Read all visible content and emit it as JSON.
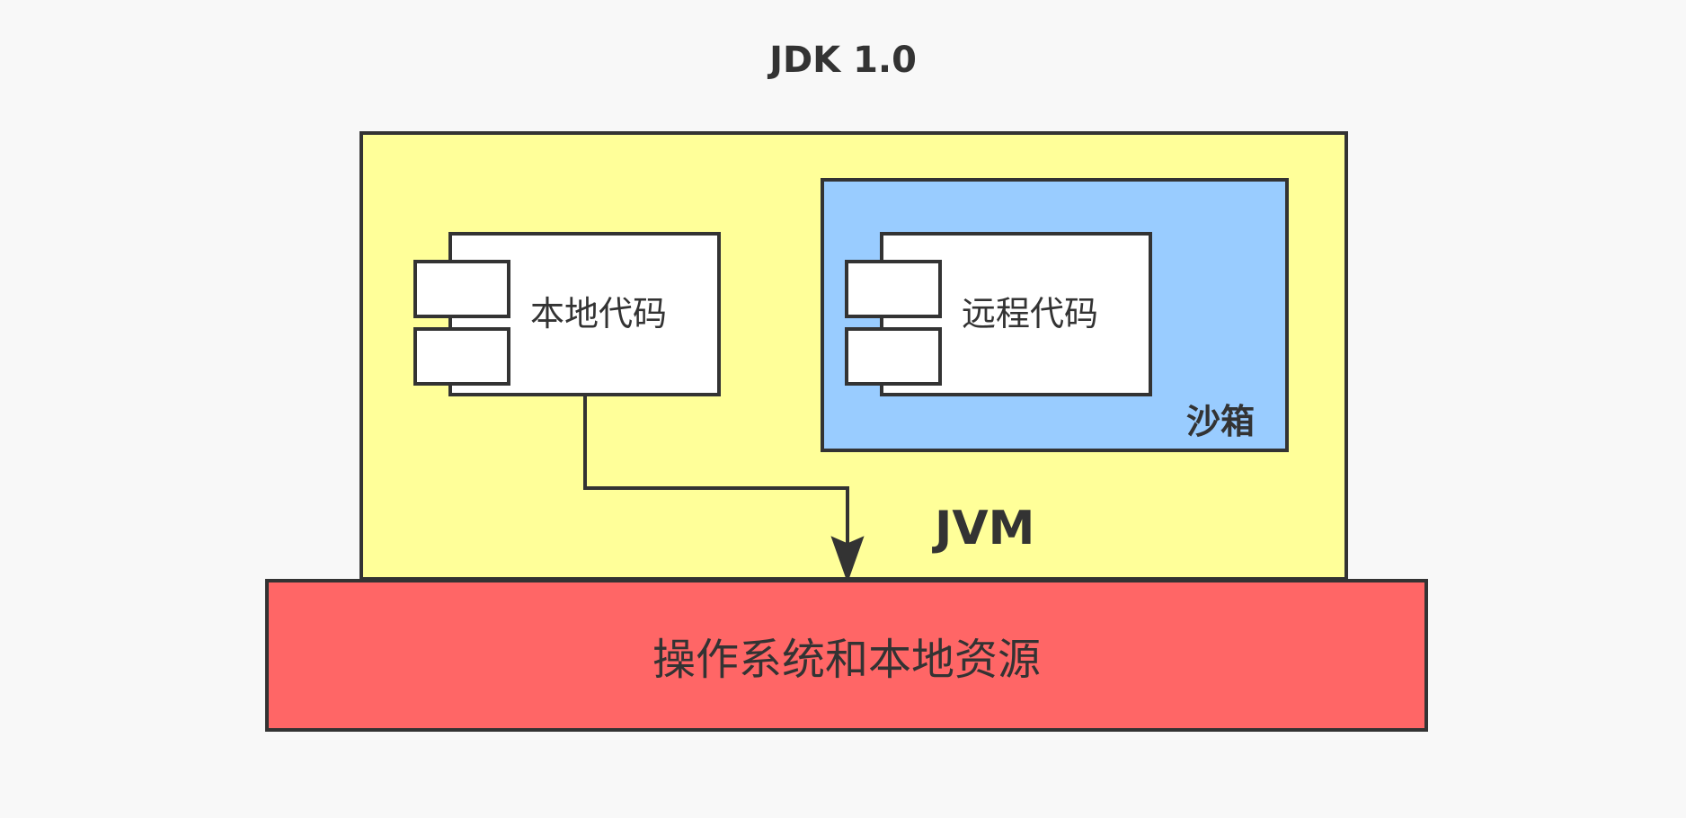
{
  "title": "JDK 1.0",
  "jvm": {
    "label": "JVM",
    "fill": "#ffff99"
  },
  "sandbox": {
    "label": "沙箱",
    "fill": "#99ccff"
  },
  "local_code": {
    "label": "本地代码"
  },
  "remote_code": {
    "label": "远程代码"
  },
  "os_resources": {
    "label": "操作系统和本地资源",
    "fill": "#ff6666"
  },
  "colors": {
    "stroke": "#333333",
    "background": "#f8f8f8",
    "component": "#ffffff"
  }
}
